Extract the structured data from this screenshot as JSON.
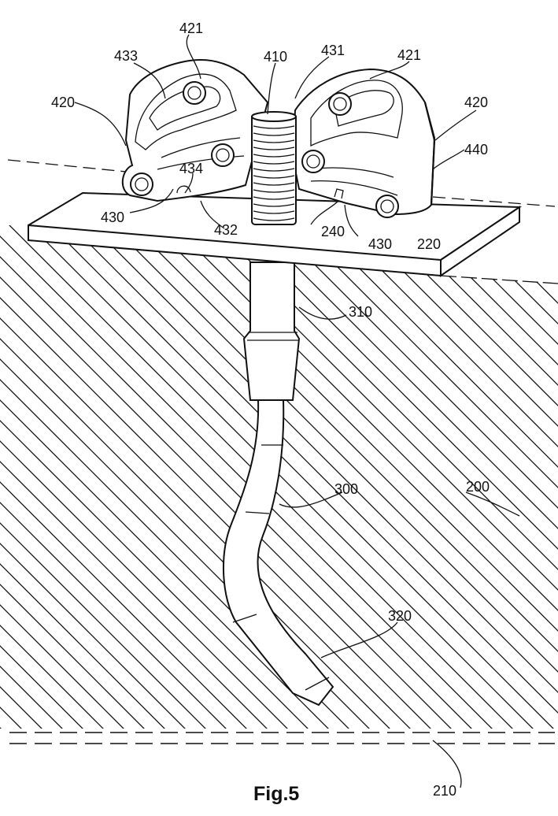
{
  "figure": {
    "caption": "Fig.5",
    "labels": {
      "l421a": "421",
      "l433": "433",
      "l410": "410",
      "l431": "431",
      "l421b": "421",
      "l420a": "420",
      "l420b": "420",
      "l440": "440",
      "l434": "434",
      "l430a": "430",
      "l432": "432",
      "l240": "240",
      "l430b": "430",
      "l220": "220",
      "l310": "310",
      "l300": "300",
      "l200": "200",
      "l320": "320",
      "l210": "210"
    }
  }
}
